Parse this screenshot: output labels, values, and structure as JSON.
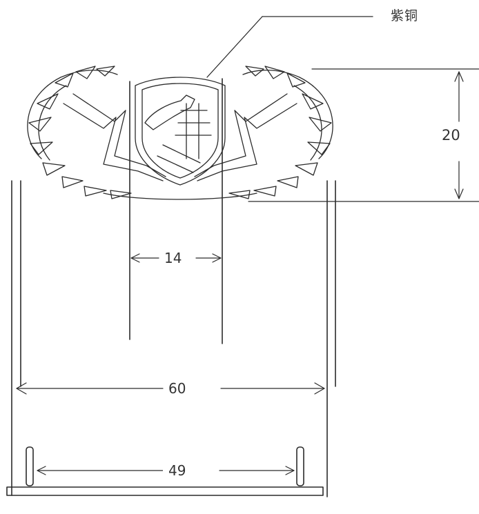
{
  "labels": {
    "material": "紫铜",
    "height": "20",
    "inner_width": "14",
    "outer_width": "60",
    "base_width": "49"
  },
  "colors": {
    "line": "#2a2a2a",
    "background": "#ffffff"
  }
}
